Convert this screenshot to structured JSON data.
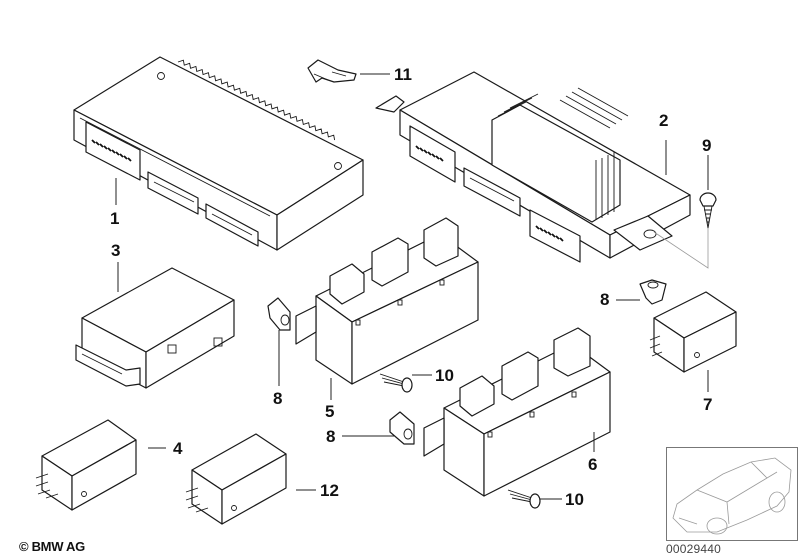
{
  "diagram": {
    "title": "Control units parts diagram",
    "copyright": "© BMW AG",
    "image_number": "00029440",
    "callouts": [
      {
        "id": "label-1",
        "text": "1",
        "part": "control unit with heatsink teeth"
      },
      {
        "id": "label-2",
        "text": "2",
        "part": "control unit with heat sink fins"
      },
      {
        "id": "label-3",
        "text": "3",
        "part": "small control module"
      },
      {
        "id": "label-4",
        "text": "4",
        "part": "relay"
      },
      {
        "id": "label-5",
        "text": "5",
        "part": "relay module"
      },
      {
        "id": "label-6",
        "text": "6",
        "part": "relay module"
      },
      {
        "id": "label-7",
        "text": "7",
        "part": "relay"
      },
      {
        "id": "label-8a",
        "text": "8",
        "part": "expanding nut"
      },
      {
        "id": "label-8b",
        "text": "8",
        "part": "expanding nut"
      },
      {
        "id": "label-8c",
        "text": "8",
        "part": "expanding nut"
      },
      {
        "id": "label-9",
        "text": "9",
        "part": "screw"
      },
      {
        "id": "label-10a",
        "text": "10",
        "part": "screw"
      },
      {
        "id": "label-10b",
        "text": "10",
        "part": "screw"
      },
      {
        "id": "label-11",
        "text": "11",
        "part": "clip"
      },
      {
        "id": "label-12",
        "text": "12",
        "part": "relay"
      }
    ]
  }
}
